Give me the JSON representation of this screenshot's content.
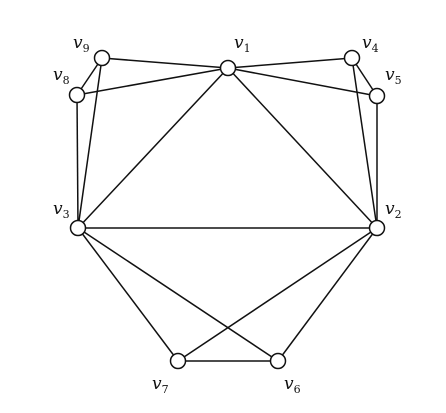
{
  "graph": {
    "nodes": [
      {
        "id": "v1",
        "base": "v",
        "sub": "1"
      },
      {
        "id": "v2",
        "base": "v",
        "sub": "2"
      },
      {
        "id": "v3",
        "base": "v",
        "sub": "3"
      },
      {
        "id": "v4",
        "base": "v",
        "sub": "4"
      },
      {
        "id": "v5",
        "base": "v",
        "sub": "5"
      },
      {
        "id": "v6",
        "base": "v",
        "sub": "6"
      },
      {
        "id": "v7",
        "base": "v",
        "sub": "7"
      },
      {
        "id": "v8",
        "base": "v",
        "sub": "8"
      },
      {
        "id": "v9",
        "base": "v",
        "sub": "9"
      }
    ],
    "edges": [
      [
        "v1",
        "v9"
      ],
      [
        "v1",
        "v8"
      ],
      [
        "v1",
        "v4"
      ],
      [
        "v1",
        "v5"
      ],
      [
        "v1",
        "v3"
      ],
      [
        "v1",
        "v2"
      ],
      [
        "v9",
        "v8"
      ],
      [
        "v9",
        "v3"
      ],
      [
        "v8",
        "v3"
      ],
      [
        "v4",
        "v5"
      ],
      [
        "v4",
        "v2"
      ],
      [
        "v5",
        "v2"
      ],
      [
        "v3",
        "v2"
      ],
      [
        "v3",
        "v7"
      ],
      [
        "v3",
        "v6"
      ],
      [
        "v2",
        "v7"
      ],
      [
        "v2",
        "v6"
      ],
      [
        "v7",
        "v6"
      ]
    ],
    "colors": {
      "stroke": "#111111",
      "node_fill": "#ffffff",
      "background": "#ffffff"
    }
  }
}
